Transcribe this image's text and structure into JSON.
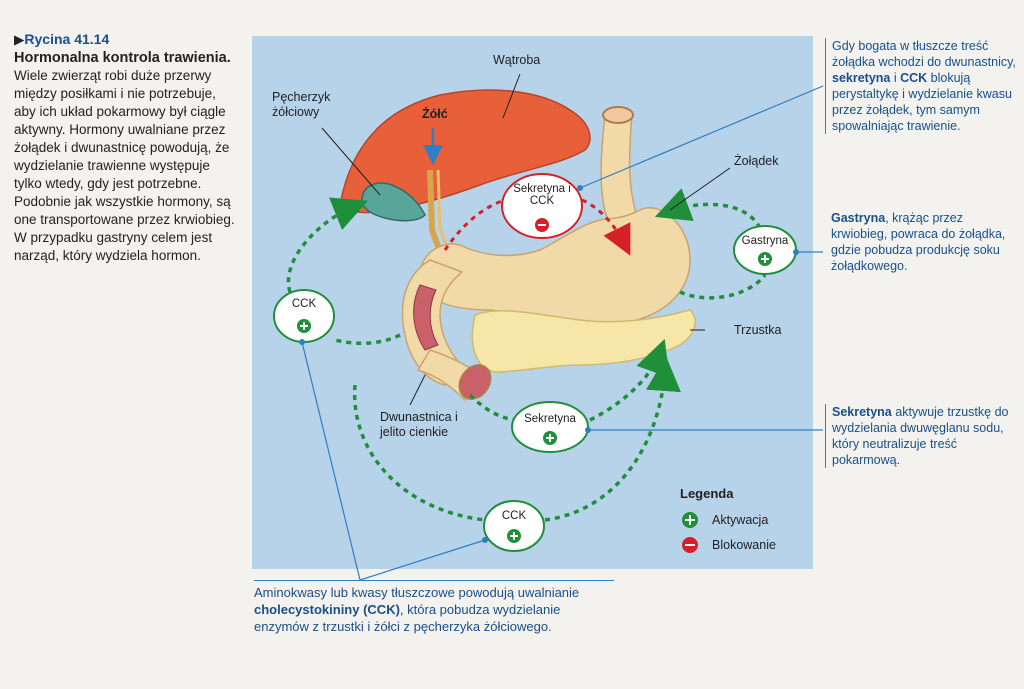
{
  "caption": {
    "figure_label": "Rycina 41.14",
    "title": "Hormonalna kontrola trawienia.",
    "text": "Wiele zwierząt robi duże przerwy między posiłkami i nie potrzebuje, aby ich układ pokarmowy był ciągle aktywny. Hormony uwalniane przez żołądek i dwunastnicę powodują, że wydzielanie trawienne występuje tylko wtedy, gdy jest potrzebne. Podobnie jak wszystkie hormony, są one transportowane przez krwiobieg. W przypadku gastryny celem jest narząd, który wydziela hormon."
  },
  "labels": {
    "liver": "Wątroba",
    "bile": "Żółć",
    "gallbladder": "Pęcherzyk żółciowy",
    "stomach": "Żołądek",
    "pancreas": "Trzustka",
    "duodenum": "Dwunastnica i jelito cienkie"
  },
  "nodes": {
    "secretin_cck": "Sekretyna i CCK",
    "gastrin": "Gastryna",
    "cck_left": "CCK",
    "secretin": "Sekretyna",
    "cck_bottom": "CCK"
  },
  "legend": {
    "title": "Legenda",
    "activation": "Aktywacja",
    "blocking": "Blokowanie"
  },
  "notes": {
    "top_right_pre": "Gdy bogata w tłuszcze treść żołądka wchodzi do dwunastnicy, ",
    "top_right_bold1": "sekretyna",
    "top_right_mid": " i ",
    "top_right_bold2": "CCK",
    "top_right_post": " blokują perystaltykę i wydzielanie kwasu przez żołądek, tym samym spowalniając trawienie.",
    "gastrin_bold": "Gastryna",
    "gastrin_text": ", krążąc przez krwiobieg, powraca do żołądka, gdzie pobudza produkcję soku żołądkowego.",
    "secretin_bold": "Sekretyna",
    "secretin_text": " aktywuje trzustkę do wydzielania dwuwęglanu sodu, który neutralizuje treść pokarmową.",
    "bottom_pre": "Aminokwasy lub kwasy tłuszczowe powodują uwalnianie ",
    "bottom_bold": "cholecystokininy (CCK)",
    "bottom_post": ", która pobudza wydzielanie enzymów z trzustki i żółci z pęcherzyka żółciowego."
  },
  "colors": {
    "panel": "#b7d3ea",
    "activation": "#1f8f3a",
    "blocking": "#d62027",
    "note_text": "#1a4f8a",
    "liver": "#e8603a"
  }
}
